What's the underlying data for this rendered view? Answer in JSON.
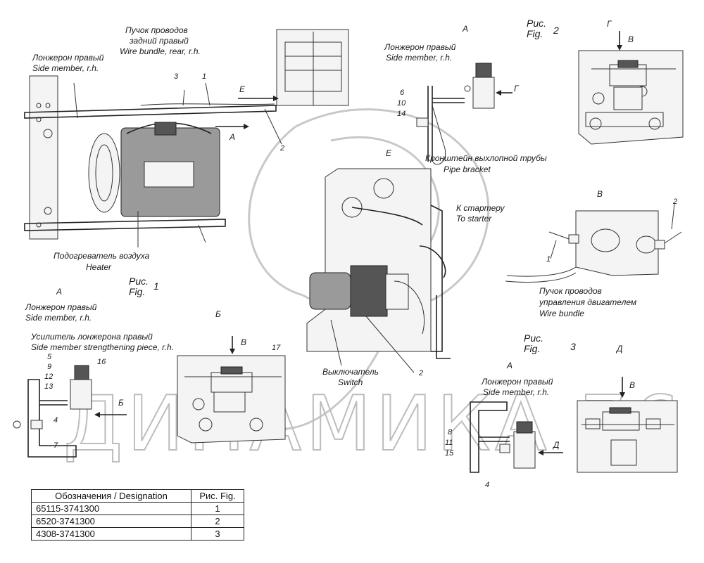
{
  "labels": {
    "bundle_rear_ru1": "Пучок проводов",
    "bundle_rear_ru2": "задний правый",
    "bundle_rear_en": "Wire bundle, rear, r.h.",
    "side_member_ru": "Лонжерон правый",
    "side_member_en": "Side member, r.h.",
    "heater_ru": "Подогреватель воздуха",
    "heater_en": "Heater",
    "pipe_bracket_ru": "Кронштейн выхлопной трубы",
    "pipe_bracket_en": "Pipe bracket",
    "starter_ru": "К стартеру",
    "starter_en": "To starter",
    "engine_bundle_ru1": "Пучок проводов",
    "engine_bundle_ru2": "управления двигателем",
    "engine_bundle_en": "Wire bundle",
    "strength_ru": "Усилитель лонжерона правый",
    "strength_en": "Side member strengthening piece, r.h.",
    "switch_ru": "Выключатель",
    "switch_en": "Switch"
  },
  "figures": {
    "fig_ru": "Рис.",
    "fig_en": "Fig.",
    "fig1": "1",
    "fig2": "2",
    "fig3": "3"
  },
  "views": {
    "A": "А",
    "B_rus": "Б",
    "V": "В",
    "G": "Г",
    "D": "Д",
    "E": "Е",
    "E_lat": "E"
  },
  "callouts": {
    "n1": "1",
    "n2": "2",
    "n3": "3",
    "n4": "4",
    "n5": "5",
    "n6": "6",
    "n7": "7",
    "n8": "8",
    "n9": "9",
    "n10": "10",
    "n11": "11",
    "n12": "12",
    "n13": "13",
    "n14": "14",
    "n15": "15",
    "n16": "16",
    "n17": "17"
  },
  "watermark": "ДИНАМИКА 76",
  "table": {
    "header": [
      "Обозначения / Designation",
      "Рис. Fig."
    ],
    "rows": [
      [
        "65115-3741300",
        "1"
      ],
      [
        "6520-3741300",
        "2"
      ],
      [
        "4308-3741300",
        "3"
      ]
    ]
  }
}
